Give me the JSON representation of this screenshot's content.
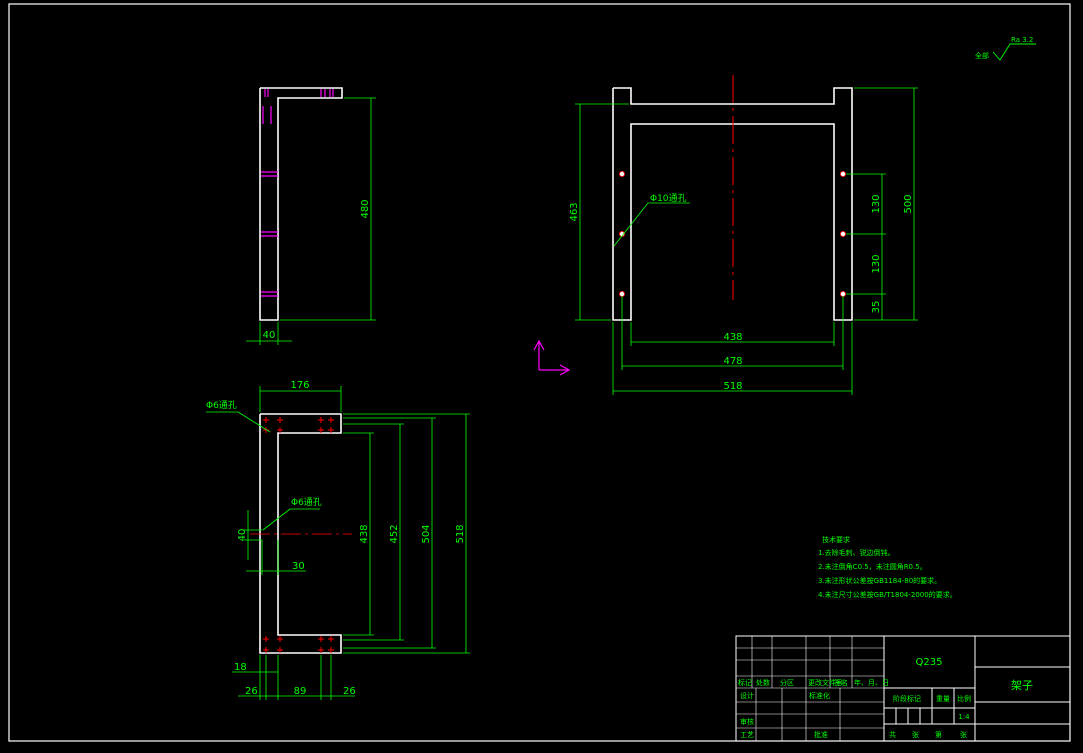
{
  "colors": {
    "background": "#000000",
    "outline": "#ffffff",
    "dimension": "#00ff00",
    "centerline": "#ff0000",
    "hidden": "#ff00ff"
  },
  "side_view": {
    "dim_height": "480",
    "dim_width": "40"
  },
  "front_view": {
    "dim_left_height": "463",
    "dim_right_height": "500",
    "dim_inner_width": "438",
    "dim_mid_width": "478",
    "dim_outer_width": "518",
    "dim_spacing_1": "130",
    "dim_spacing_2": "130",
    "dim_bottom": "35",
    "hole_label": "Φ10通孔"
  },
  "top_view": {
    "dim_top_width": "176",
    "hole_label_1": "Φ6通孔",
    "hole_label_2": "Φ6通孔",
    "dim_40": "40",
    "dim_30": "30",
    "dim_438": "438",
    "dim_452": "452",
    "dim_504": "504",
    "dim_518": "518",
    "dim_18": "18",
    "dim_26_left": "26",
    "dim_89": "89",
    "dim_26_right": "26"
  },
  "roughness": {
    "prefix": "全部",
    "value": "Ra 3.2"
  },
  "technical_notes": {
    "title": "技术要求",
    "items": [
      "1.去除毛刺、锐边倒钝。",
      "2.未注倒角C0.5，未注圆角R0.5。",
      "3.未注形状公差按GB1184-80的要求。",
      "4.未注尺寸公差按GB/T1804-2000的要求。"
    ]
  },
  "title_block": {
    "material": "Q235",
    "part_name": "架子",
    "scale": "1:4",
    "row_labels": [
      "标记",
      "处数",
      "分区",
      "更改文件号",
      "签名",
      "年、月、日"
    ],
    "designer": "设计",
    "standardization": "标准化",
    "reviewer": "审核",
    "process": "工艺",
    "approval": "批准",
    "stage_mark": "阶段标记",
    "weight": "重量",
    "ratio": "比例",
    "sheets": [
      "共",
      "张",
      "第",
      "张"
    ]
  }
}
